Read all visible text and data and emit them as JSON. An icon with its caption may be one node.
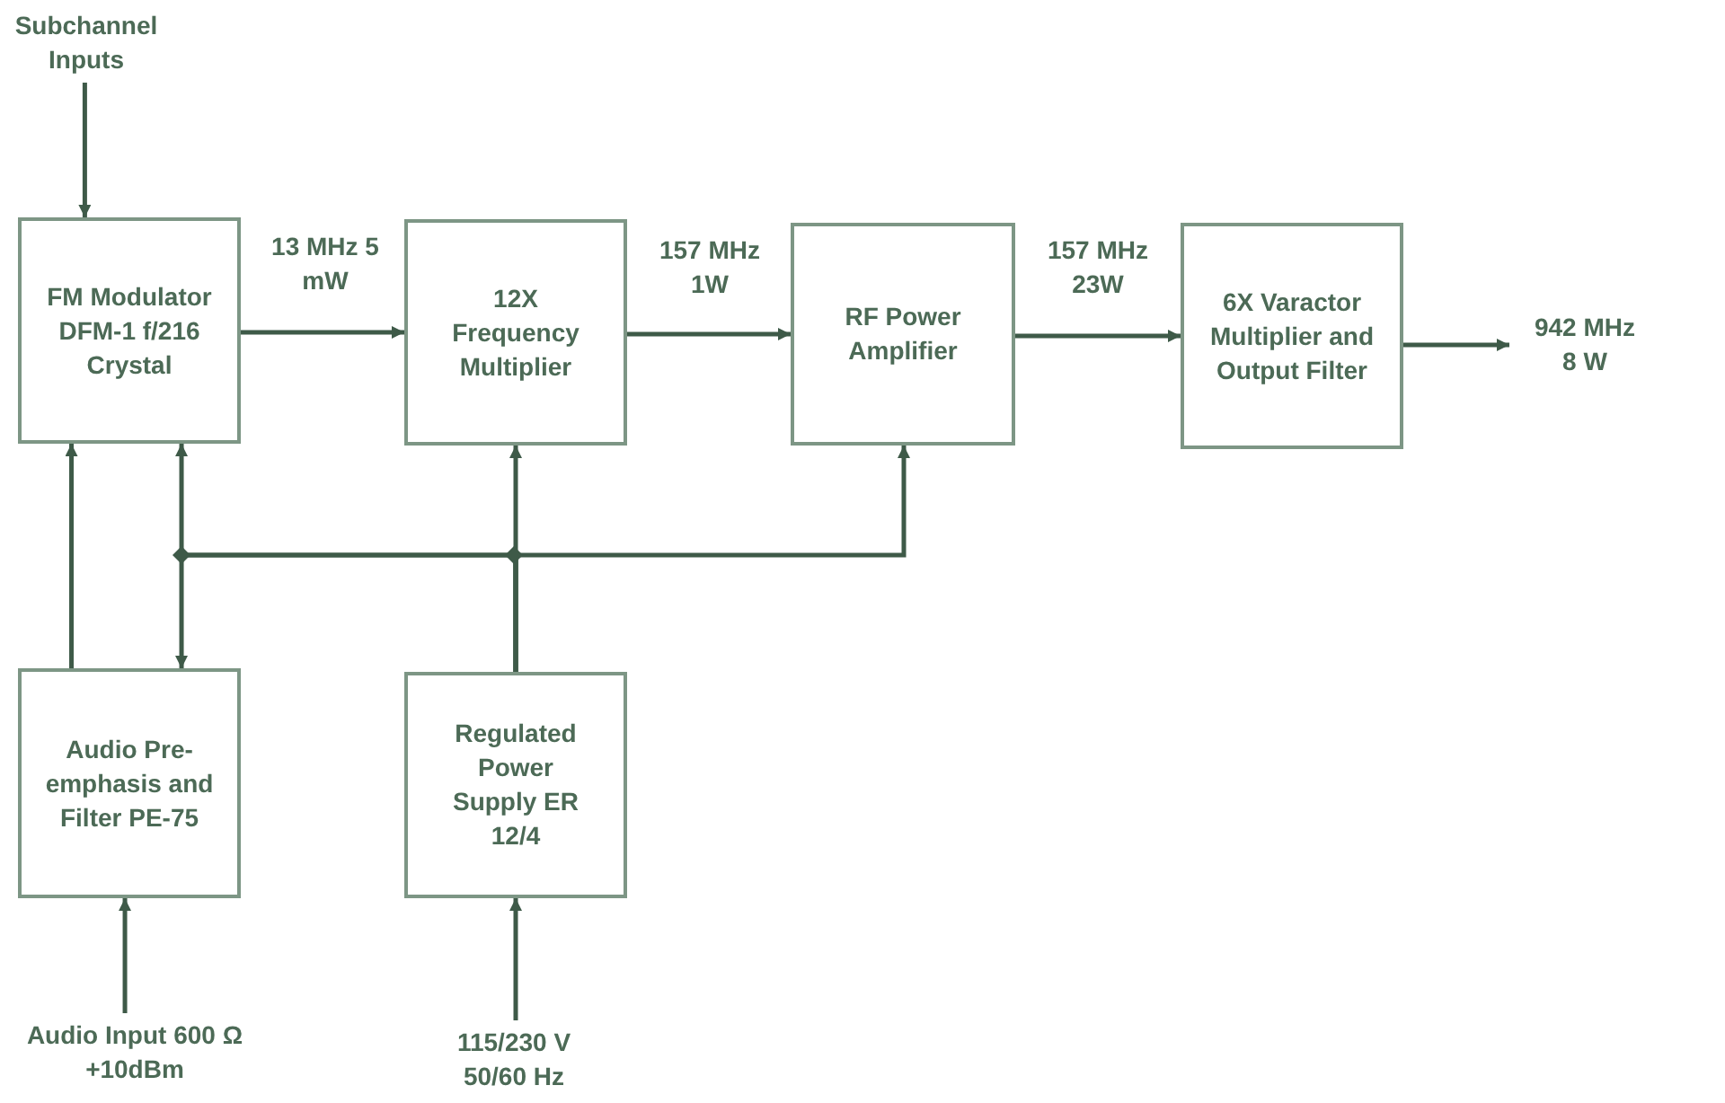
{
  "diagram": {
    "nodes": [
      {
        "text": [
          "Subchannel Inputs"
        ]
      },
      {
        "text": [
          "FM Modulator DFM-1 f/216 Crystal"
        ]
      },
      {
        "text": [
          "12X Frequency Multiplier"
        ]
      },
      {
        "text": [
          "RF Power Amplifier"
        ]
      },
      {
        "text": [
          "6X Varactor Multiplier and Output Filter"
        ]
      },
      {
        "text": [
          "942 MHz 8 W"
        ]
      },
      {
        "text": [
          "Audio Pre-emphasis and Filter PE-75"
        ]
      },
      {
        "text": [
          "Regulated Power Supply ER 12/4"
        ]
      },
      {
        "text": [
          "Audio Input 600 Ω +10dBm"
        ]
      },
      {
        "text": [
          "115/230 V 50/60 Hz"
        ]
      }
    ],
    "edges": [
      {
        "from": 0,
        "to": 1,
        "arrow": "to"
      },
      {
        "from": 1,
        "to": 2,
        "arrow": "to",
        "label": "13 MHz 5 mW"
      },
      {
        "from": 2,
        "to": 3,
        "arrow": "to",
        "label": "157 MHz 1W"
      },
      {
        "from": 3,
        "to": 4,
        "arrow": "to",
        "label": "157 MHz 23W"
      },
      {
        "from": 4,
        "to": 5,
        "arrow": "to"
      },
      {
        "from": 6,
        "to": 1,
        "arrow": "to"
      },
      {
        "from": 7,
        "to": 2,
        "arrow": "to"
      },
      {
        "from": 7,
        "to": 3,
        "arrow": "to"
      },
      {
        "from": 7,
        "to": 1,
        "arrow": "to"
      },
      {
        "from": 7,
        "to": 6,
        "arrow": "to"
      },
      {
        "from": 8,
        "to": 6,
        "arrow": "to"
      },
      {
        "from": 9,
        "to": 7,
        "arrow": "to"
      }
    ]
  }
}
